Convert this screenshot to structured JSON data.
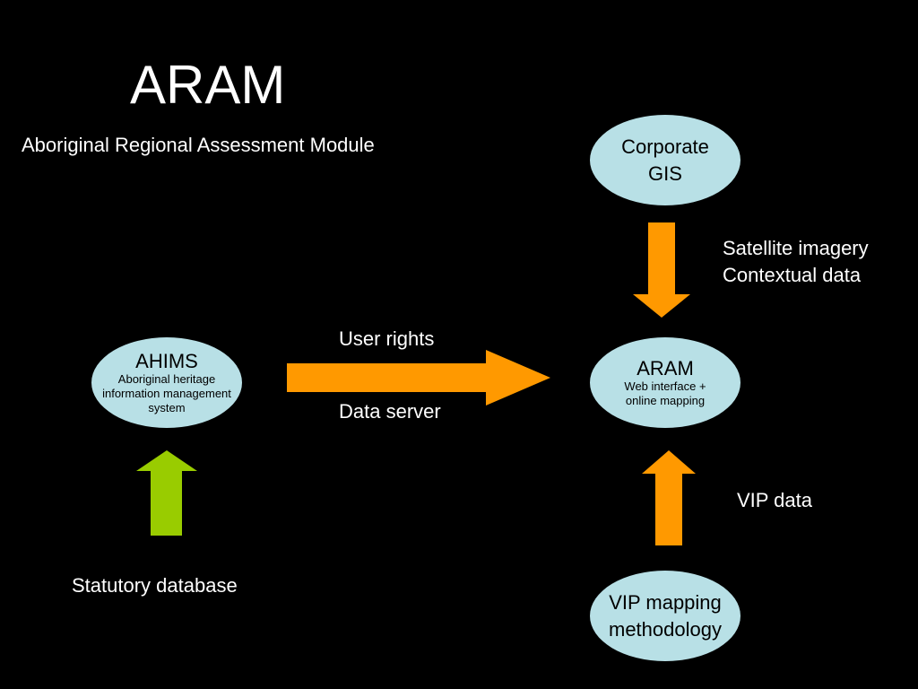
{
  "title": "ARAM",
  "subtitle": "Aboriginal Regional Assessment Module",
  "nodes": {
    "corporate_gis": {
      "lines": [
        "Corporate",
        "GIS"
      ]
    },
    "ahims": {
      "name": "AHIMS",
      "desc_lines": [
        "Aboriginal heritage",
        "information management",
        "system"
      ]
    },
    "aram": {
      "name": "ARAM",
      "desc_lines": [
        "Web interface +",
        "online mapping"
      ]
    },
    "vip_mapping": {
      "lines": [
        "VIP mapping",
        "methodology"
      ]
    }
  },
  "edge_labels": {
    "gis_to_aram": [
      "Satellite imagery",
      "Contextual data"
    ],
    "ahims_to_aram_top": "User rights",
    "ahims_to_aram_bottom": "Data server",
    "vip_to_aram": "VIP data",
    "into_ahims": "Statutory database"
  },
  "colors": {
    "background": "#000000",
    "node_fill": "#b8e0e6",
    "arrow_orange": "#ff9900",
    "arrow_green": "#99cc00",
    "text_light": "#ffffff",
    "text_dark": "#000000"
  }
}
